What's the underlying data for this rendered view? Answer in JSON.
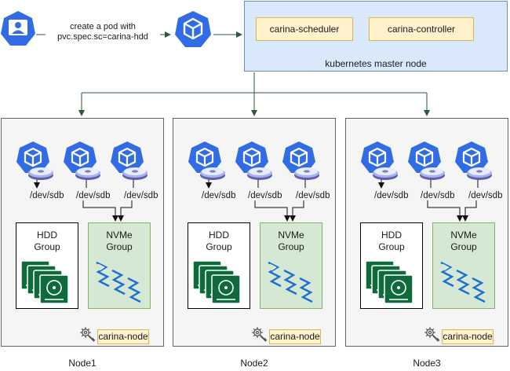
{
  "diagram": {
    "user": {
      "icon": "user-icon"
    },
    "request_label": "create a pod with\npvc.spec.sc=carina-hdd",
    "api": {
      "icon": "kubernetes-icon"
    },
    "master": {
      "label": "kubernetes master node",
      "components": [
        "carina-scheduler",
        "carina-controller"
      ]
    },
    "nodes": [
      {
        "name": "Node1",
        "device_labels": [
          "/dev/sdb",
          "/dev/sdb",
          "/dev/sdb"
        ],
        "hdd_group": "HDD\nGroup",
        "nvme_group": "NVMe\nGroup",
        "agent": "carina-node"
      },
      {
        "name": "Node2",
        "device_labels": [
          "/dev/sdb",
          "/dev/sdb",
          "/dev/sdb"
        ],
        "hdd_group": "HDD\nGroup",
        "nvme_group": "NVMe\nGroup",
        "agent": "carina-node"
      },
      {
        "name": "Node3",
        "device_labels": [
          "/dev/sdb",
          "/dev/sdb",
          "/dev/sdb"
        ],
        "hdd_group": "HDD\nGroup",
        "nvme_group": "NVMe\nGroup",
        "agent": "carina-node"
      }
    ],
    "colors": {
      "k8s_blue": "#326ce5",
      "master_fill": "#dae8fc",
      "component_fill": "#fff2cc",
      "nvme_fill": "#d5e8d4",
      "node_fill": "#f5f5f5",
      "connector": "#2a5a3a",
      "disk_green": "#0f6b3c"
    }
  }
}
